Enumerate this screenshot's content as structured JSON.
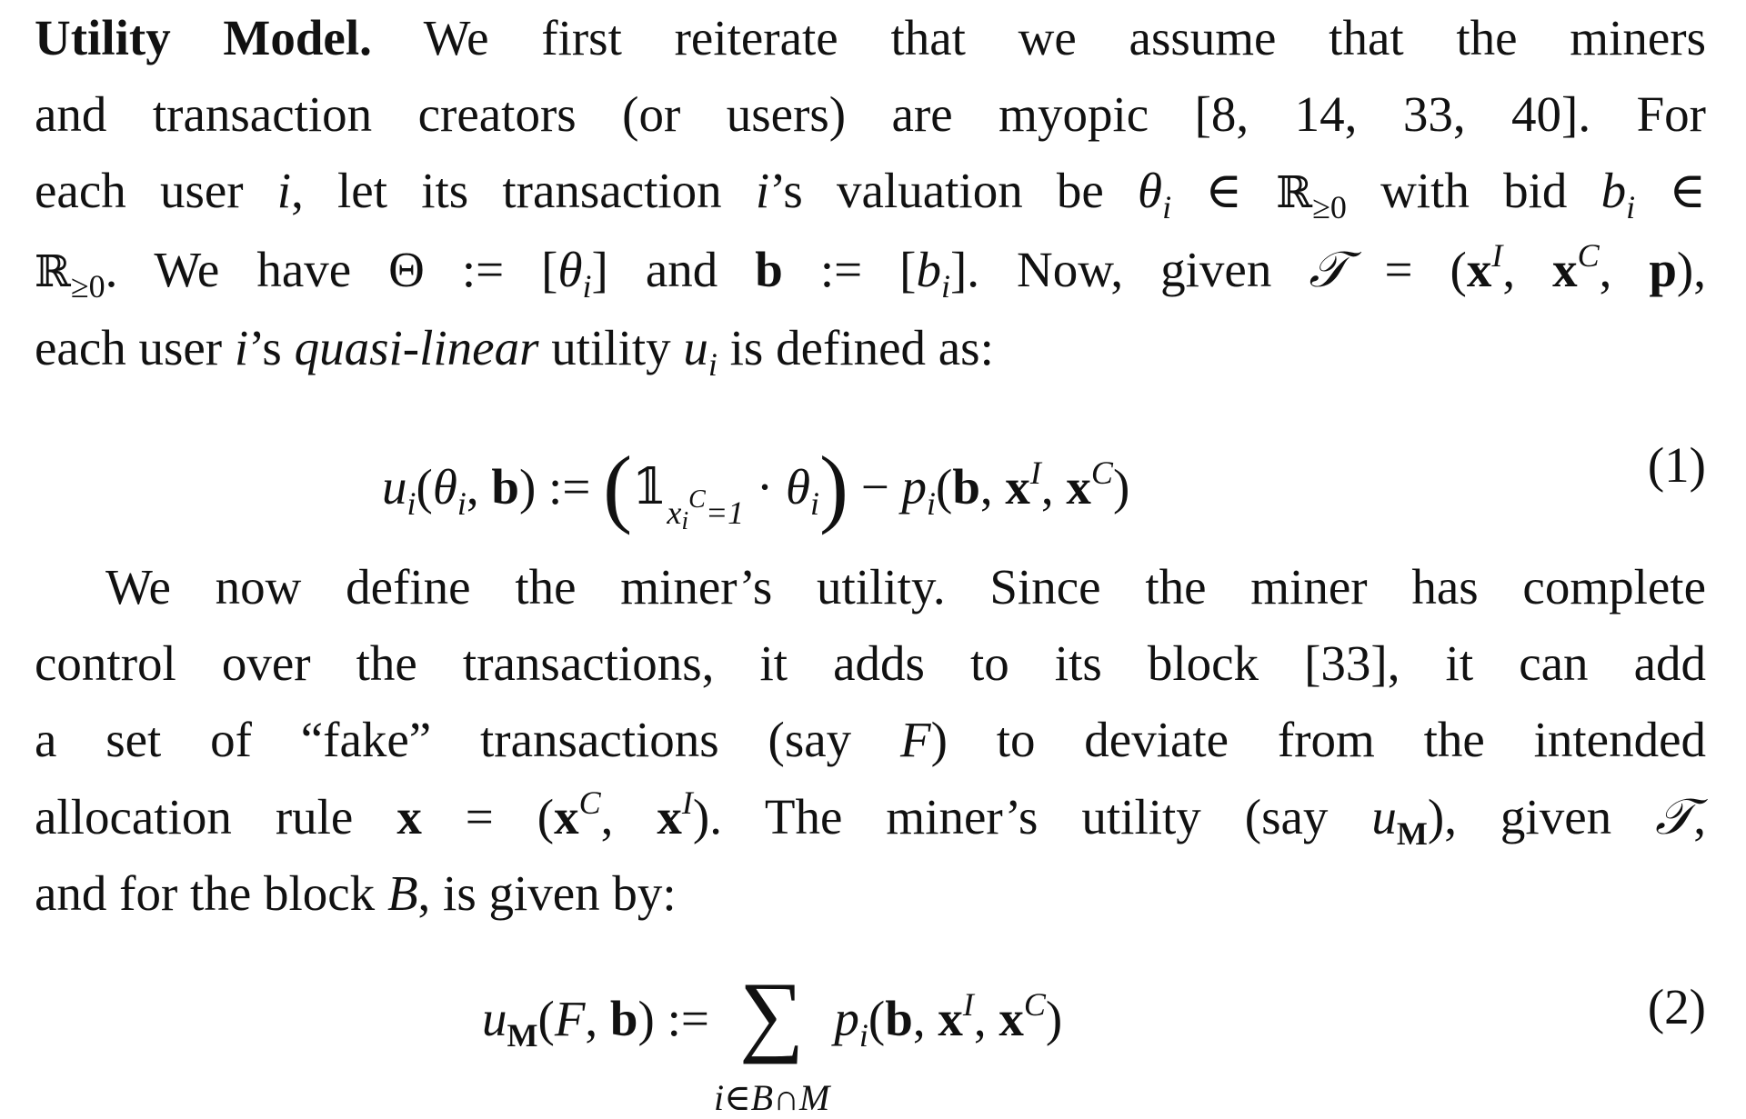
{
  "paragraph1": {
    "lead": "Utility Model.",
    "lines": [
      "We first reiterate that we assume that the miners",
      "and transaction creators (or users) are myopic [8, 14, 33, 40]. For",
      "each user i, let its transaction i’s valuation be θi ∈ ℝ≥0 with bid bi ∈",
      "ℝ≥0. We have Θ := [θi] and b := [bi]. Now, given 𝒯 = (xI, xC, p),",
      "each user i’s quasi-linear utility ui is defined as:"
    ]
  },
  "equation1": {
    "text": "ui(θi, b) := (𝟙xiC=1 · θi) − pi(b, xI, xC)",
    "number": "(1)"
  },
  "paragraph2": {
    "lines": [
      "We now define the miner’s utility. Since the miner has complete",
      "control over the transactions, it adds to its block [33], it can add",
      "a set of “fake” transactions (say F) to deviate from the intended",
      "allocation rule x = (xC, xI). The miner’s utility (say uM), given 𝒯,",
      "and for the block B, is given by:"
    ]
  },
  "equation2": {
    "text": "uM(F, b) := ∑i∈B∩M pi(b, xI, xC)",
    "sum_index": "i∈B∩M",
    "number": "(2)"
  }
}
